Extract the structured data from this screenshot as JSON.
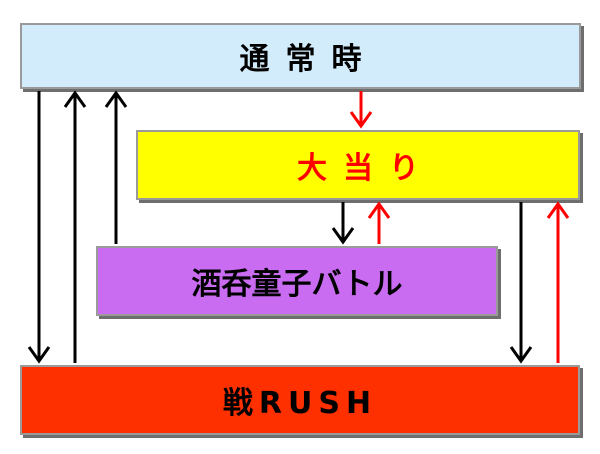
{
  "diagram": {
    "states": {
      "normal": {
        "label": "通常時",
        "color": "#d3ecfb"
      },
      "bigwin": {
        "label": "大当り",
        "color": "#ffff00",
        "text_color": "#ff0000"
      },
      "battle": {
        "label": "酒呑童子バトル",
        "color": "#c96cf2"
      },
      "rush": {
        "label": "戦RUSH",
        "color": "#ff3000"
      }
    },
    "arrow_colors": {
      "default": "#000000",
      "highlight": "#ff0000"
    },
    "transitions": [
      {
        "from": "normal",
        "to": "rush",
        "color": "black"
      },
      {
        "from": "rush",
        "to": "normal",
        "color": "black"
      },
      {
        "from": "battle",
        "to": "normal",
        "color": "black"
      },
      {
        "from": "normal",
        "to": "bigwin",
        "color": "red"
      },
      {
        "from": "bigwin",
        "to": "battle",
        "color": "black"
      },
      {
        "from": "battle",
        "to": "bigwin",
        "color": "red"
      },
      {
        "from": "bigwin",
        "to": "rush",
        "color": "black"
      },
      {
        "from": "rush",
        "to": "bigwin",
        "color": "red"
      }
    ]
  }
}
